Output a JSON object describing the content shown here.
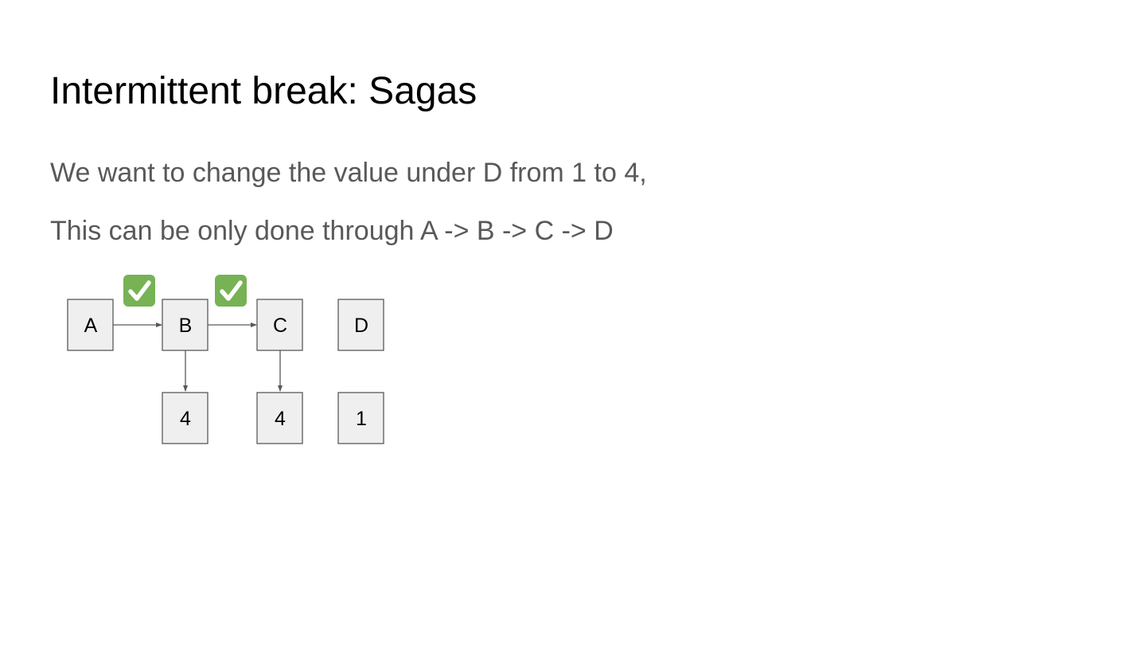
{
  "slide": {
    "title": "Intermittent break: Sagas",
    "body_lines": [
      "We want to change the value under D from 1 to 4,",
      "This can be only done through A -> B -> C -> D"
    ]
  },
  "diagram": {
    "nodes": {
      "A": "A",
      "B": "B",
      "C": "C",
      "D": "D",
      "B_value": "4",
      "C_value": "4",
      "D_value": "1"
    },
    "checkmarks": [
      {
        "between": "A-B",
        "icon": "check-mark-button-icon"
      },
      {
        "between": "B-C",
        "icon": "check-mark-button-icon"
      }
    ],
    "colors": {
      "node_fill": "#efefef",
      "node_stroke": "#595959",
      "edge": "#595959",
      "check_fill": "#77b255"
    }
  }
}
